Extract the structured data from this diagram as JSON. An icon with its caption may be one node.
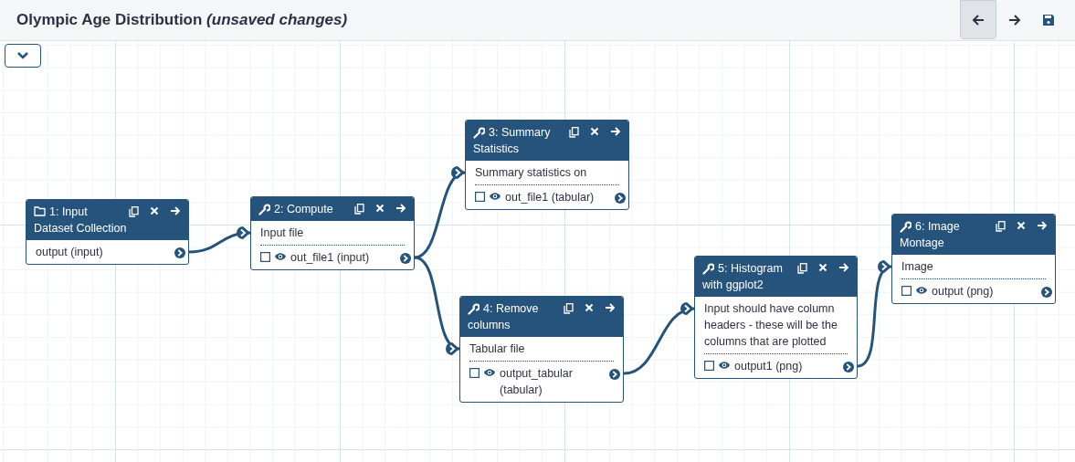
{
  "diagram": {
    "title": "Olympic Age Distribution *(unsaved changes)*",
    "nodes": [
      {
        "text": [
          "1: Input Dataset Collection",
          "output (input)"
        ]
      },
      {
        "text": [
          "2: Compute",
          "Input file",
          "out_file1 (input)"
        ]
      },
      {
        "text": [
          "3: Summary Statistics",
          "Summary statistics on",
          "out_file1 (tabular)"
        ]
      },
      {
        "text": [
          "4: Remove columns",
          "Tabular file",
          "output_tabular (tabular)"
        ]
      },
      {
        "text": [
          "5: Histogram with ggplot2",
          "Input should have column headers - these will be the columns that are plotted",
          "output1 (png)"
        ]
      },
      {
        "text": [
          "6: Image Montage",
          "Image",
          "output (png)"
        ]
      }
    ],
    "edges": [
      {
        "from": 0,
        "to": 1,
        "arrow": "to"
      },
      {
        "from": 1,
        "to": 2,
        "arrow": "to"
      },
      {
        "from": 1,
        "to": 3,
        "arrow": "to"
      },
      {
        "from": 3,
        "to": 4,
        "arrow": "to"
      },
      {
        "from": 4,
        "to": 5,
        "arrow": "to"
      }
    ]
  }
}
